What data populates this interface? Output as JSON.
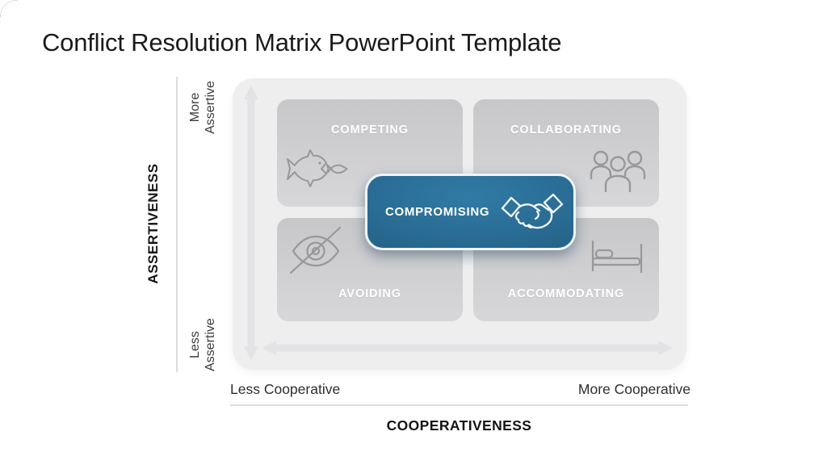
{
  "slide": {
    "title": "Conflict Resolution Matrix PowerPoint Template"
  },
  "matrix": {
    "quadrants": [
      {
        "label": "COMPETING",
        "icon": "big-fish-eats-small-fish-icon",
        "position": "top-left"
      },
      {
        "label": "COLLABORATING",
        "icon": "people-group-icon",
        "position": "top-right"
      },
      {
        "label": "AVOIDING",
        "icon": "eye-slash-icon",
        "position": "bottom-left"
      },
      {
        "label": "ACCOMMODATING",
        "icon": "bed-icon",
        "position": "bottom-right"
      }
    ],
    "center": {
      "label": "COMPROMISING",
      "icon": "handshake-icon"
    }
  },
  "axes": {
    "y_title": "ASSERTIVENESS",
    "y_top": "More\nAssertive",
    "y_bottom": "Less\nAssertive",
    "x_title": "COOPERATIVENESS",
    "x_left": "Less Cooperative",
    "x_right": "More Cooperative"
  },
  "colors": {
    "accent_blue": "#28688f",
    "quadrant_gray": "#cfcfd1",
    "panel_gray": "#eeeeef",
    "arrow_gray": "#e3e3e5",
    "icon_gray": "#98989a",
    "title_text": "#1b1b1b",
    "quadrant_label_text": "#ffffff"
  }
}
